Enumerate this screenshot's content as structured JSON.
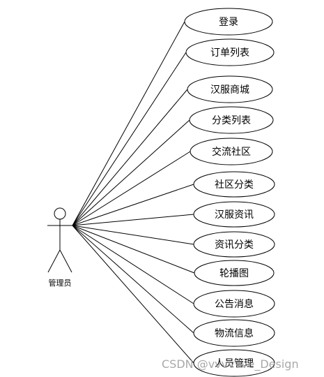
{
  "actor": {
    "label": "管理员"
  },
  "use_cases": [
    {
      "label": "登录"
    },
    {
      "label": "订单列表"
    },
    {
      "label": "汉服商城"
    },
    {
      "label": "分类列表"
    },
    {
      "label": "交流社区"
    },
    {
      "label": "社区分类"
    },
    {
      "label": "汉服资讯"
    },
    {
      "label": "资讯分类"
    },
    {
      "label": "轮播图"
    },
    {
      "label": "公告消息"
    },
    {
      "label": "物流信息"
    },
    {
      "label": "人员管理"
    }
  ],
  "watermark": "CSDN @vvvvvve_Design"
}
